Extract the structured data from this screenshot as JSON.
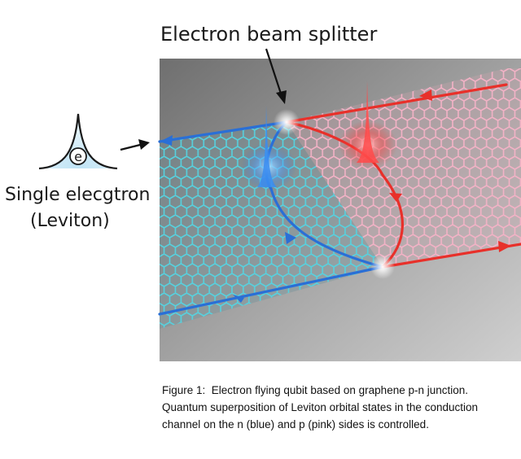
{
  "figure": {
    "label_splitter": "Electron beam splitter",
    "label_single": "Single elecgtron",
    "label_leviton": "(Leviton)",
    "glyph_e": "e",
    "colors": {
      "n_side": "#2a6fd6",
      "p_side": "#e8302a",
      "lattice_n": "#3fc6d6",
      "lattice_p": "#f0a3b8",
      "background": "#8f8f8f"
    }
  },
  "caption": {
    "label": "Figure 1:",
    "text": "Electron flying qubit based on graphene p-n junction. Quantum superposition of Leviton orbital states in the conduction channel on the n (blue) and p (pink) sides is controlled."
  }
}
